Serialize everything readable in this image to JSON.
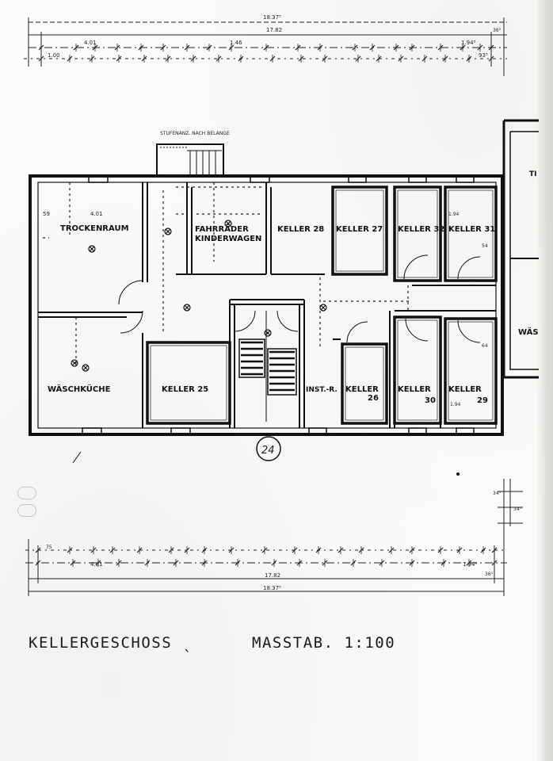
{
  "plan": {
    "title": "KELLERGESCHOSS",
    "title_mark": "ˎ",
    "scale_label": "MASSTAB.",
    "scale_value": "1:100",
    "stair_note": "STUFENANZ. NACH BELANGE",
    "section_number": "24"
  },
  "rooms": {
    "trockenraum": "TROCKENRAUM",
    "fahrraeder": "FAHRRÄDER",
    "kinderwagen": "KINDERWAGEN",
    "keller28": "KELLER 28",
    "keller27": "KELLER 27",
    "keller32": "KELLER 32",
    "keller31": "KELLER 31",
    "waschkueche": "WÄSCHKÜCHE",
    "keller25": "KELLER 25",
    "instr": "INST.-R.",
    "keller26_a": "KELLER",
    "keller26_b": "26",
    "keller30_a": "KELLER",
    "keller30_b": "30",
    "keller29_a": "KELLER",
    "keller29_b": "29",
    "neighbor_ti": "TI",
    "neighbor_was": "WÄS"
  },
  "dimensions": {
    "top_total": "18.37⁵",
    "top_sub": "17.82",
    "top_401": "4.01",
    "top_146": "1.46",
    "top_1945": "1.94⁵",
    "top_100": "1.00",
    "top_93": "93⁵",
    "top_345": "36⁵",
    "bot_401": "4.01",
    "bot_1945": "1.94⁵",
    "bot_sub": "17.82",
    "bot_total": "18.37⁵",
    "bot_365": "36⁵",
    "bot_75": "75",
    "side_345": "34⁵",
    "side_345b": "34⁵",
    "room_401": "4.01",
    "room_59": "59",
    "room_54": "54",
    "room_194": "1.94",
    "room_64": "64",
    "room_194b": "1.94"
  }
}
